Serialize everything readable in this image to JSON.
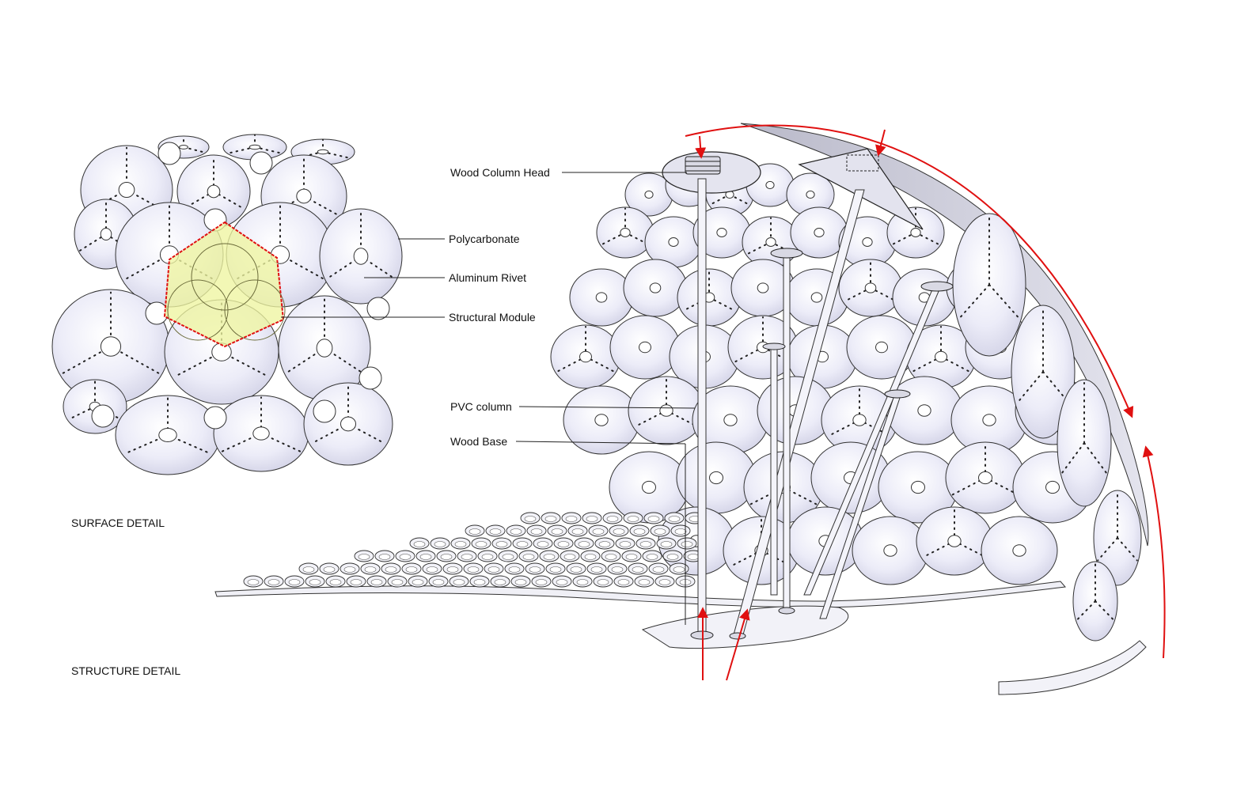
{
  "labels": {
    "wood_column_head": "Wood Column Head",
    "polycarbonate": "Polycarbonate",
    "aluminum_rivet": "Aluminum Rivet",
    "structural_module": "Structural Module",
    "pvc_column": "PVC column",
    "wood_base": "Wood Base"
  },
  "captions": {
    "surface_detail": "SURFACE DETAIL",
    "structure_detail": "STRUCTURE DETAIL"
  },
  "colors": {
    "background": "#ffffff",
    "disc_fill": "#e9e9f6",
    "disc_stroke": "#333333",
    "rivet_dots": "#222222",
    "structural_module_fill": "#eef5a0",
    "structural_module_outline": "#e01010",
    "force_arrows": "#e01010"
  },
  "icons": {
    "leader_line": "thin-leader-line",
    "force_arrow": "red-arrow"
  }
}
